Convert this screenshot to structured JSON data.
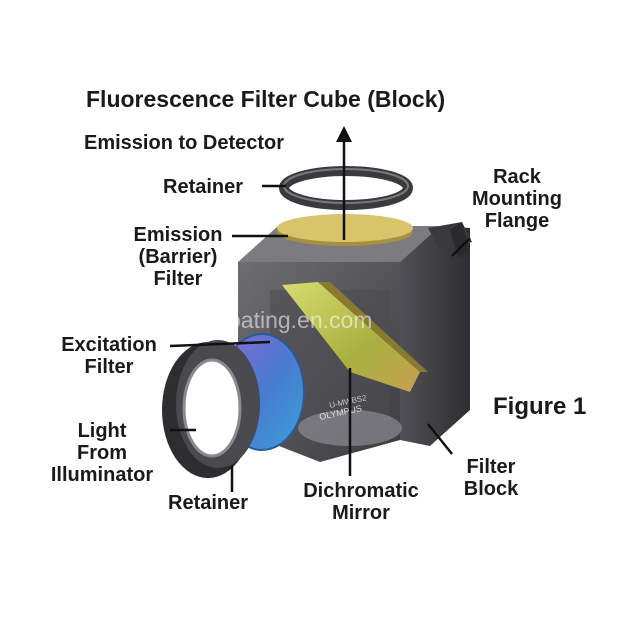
{
  "title": "Fluorescence Filter Cube (Block)",
  "figure_label": "Figure 1",
  "watermark": "opticalcoating.en.com",
  "cube_markings": [
    "OLYMPUS",
    "U-MWBS2"
  ],
  "labels": {
    "emission_to_detector": "Emission to Detector",
    "retainer_top": "Retainer",
    "rack_mounting_flange": [
      "Rack",
      "Mounting",
      "Flange"
    ],
    "emission_barrier_filter": [
      "Emission",
      "(Barrier)",
      "Filter"
    ],
    "excitation_filter": [
      "Excitation",
      "Filter"
    ],
    "light_from_illuminator": [
      "Light",
      "From",
      "Illuminator"
    ],
    "retainer_bottom": "Retainer",
    "dichromatic_mirror": [
      "Dichromatic",
      "Mirror"
    ],
    "filter_block": [
      "Filter",
      "Block"
    ]
  },
  "colors": {
    "cube_front": "#5a5a5e",
    "cube_side": "#44454a",
    "cube_top": "#7a7a7e",
    "emission_filter": "#d8c46a",
    "dichromatic_mirror": "#b8b84a",
    "excitation_filter": "#4a8ad0",
    "retainer_ring": "#3a3a3c",
    "label_text": "#1a1a1a"
  }
}
